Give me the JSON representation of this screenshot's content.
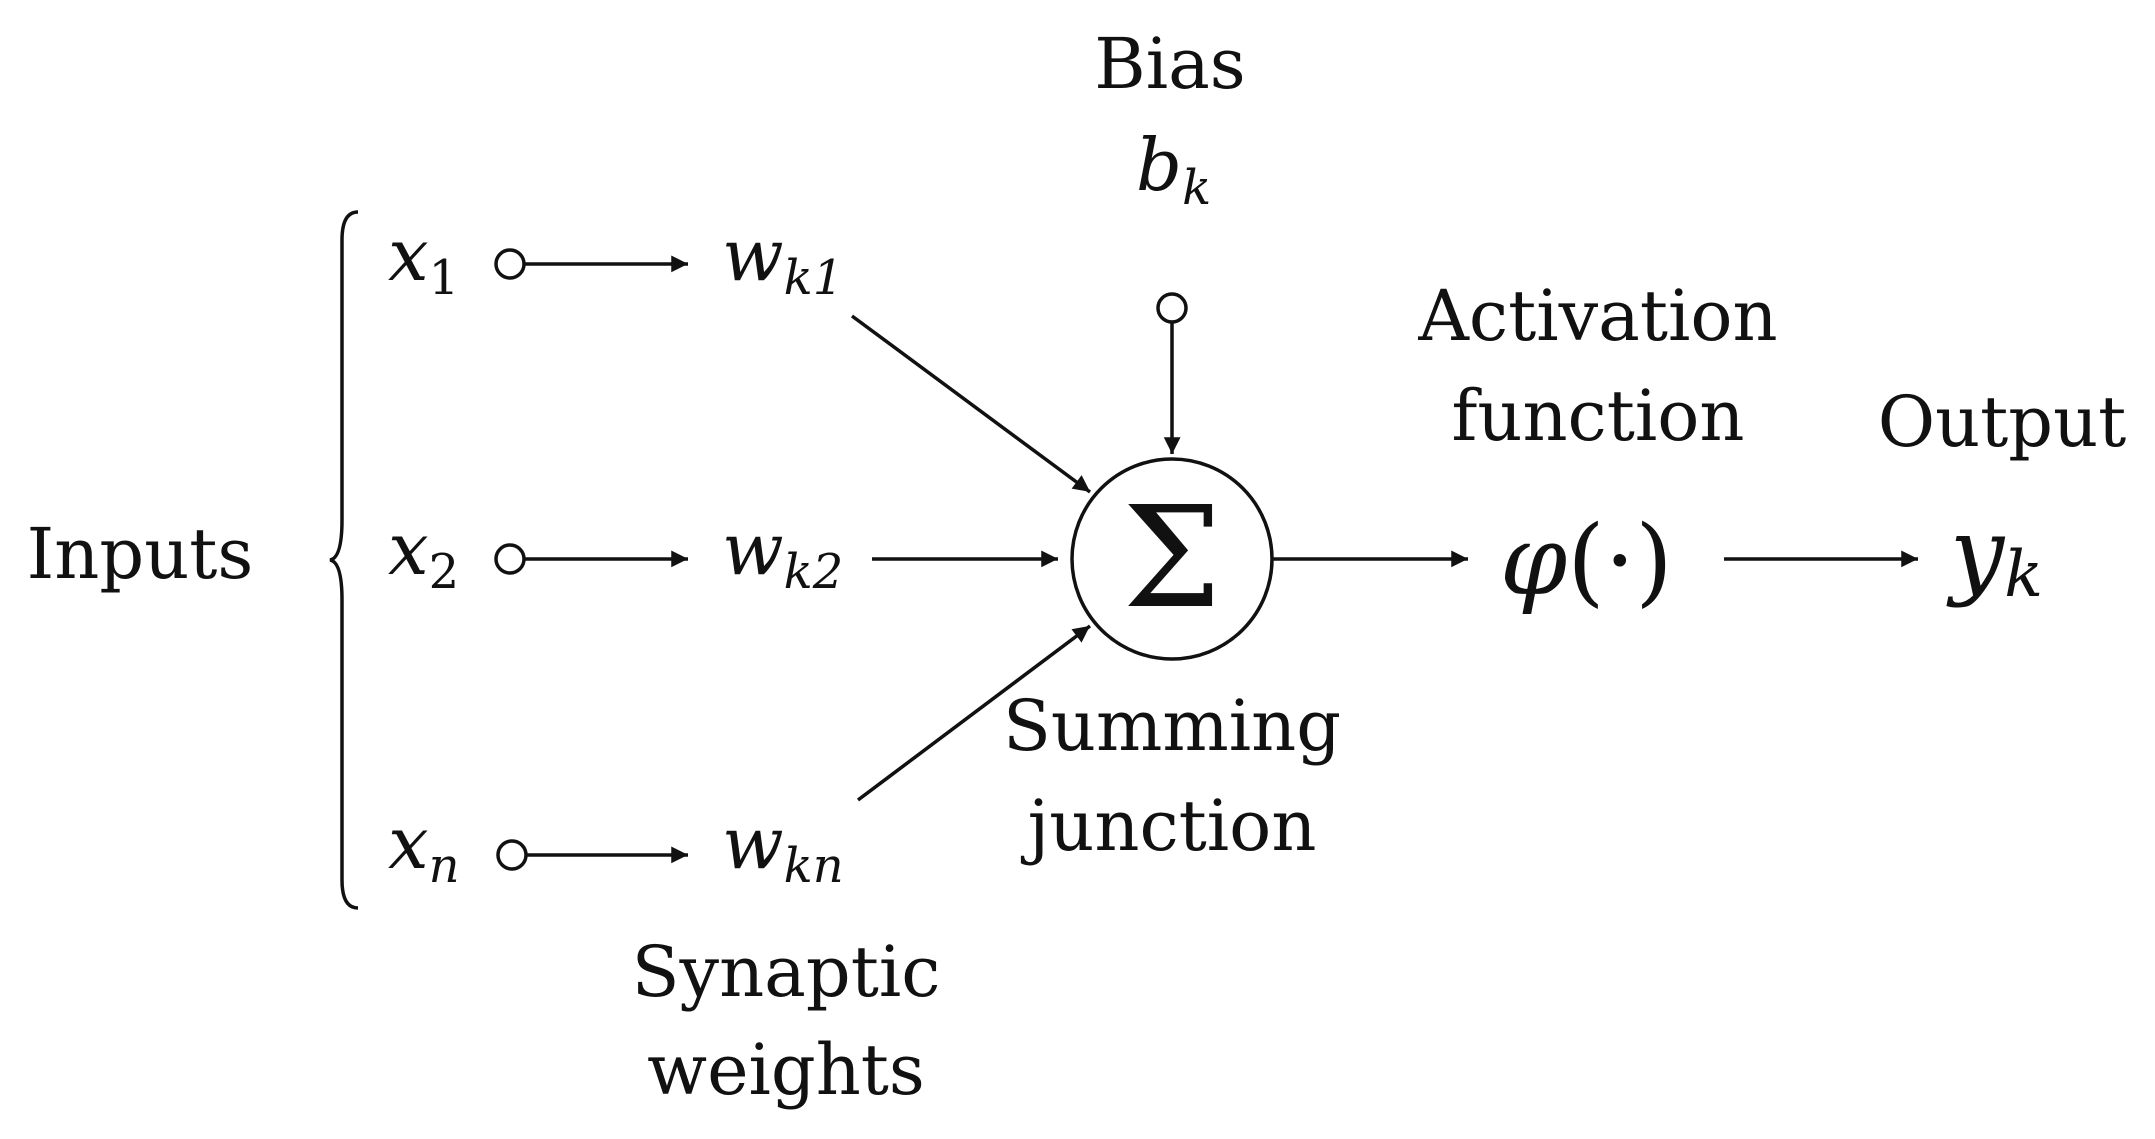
{
  "labels": {
    "inputs": "Inputs",
    "bias": "Bias",
    "activation_line1": "Activation",
    "activation_line2": "function",
    "output": "Output",
    "summing_line1": "Summing",
    "summing_line2": "junction",
    "synaptic_line1": "Synaptic",
    "synaptic_line2": "weights"
  },
  "symbols": {
    "x_base": "x",
    "w_base": "w",
    "inputs": [
      {
        "sub": "1",
        "weight_sub": "k1"
      },
      {
        "sub": "2",
        "weight_sub": "k2"
      },
      {
        "sub": "n",
        "weight_sub": "kn"
      }
    ],
    "bias": {
      "base": "b",
      "sub": "k"
    },
    "sum": "Σ",
    "activation": {
      "phi": "φ",
      "arg": "(·)"
    },
    "output": {
      "base": "y",
      "sub": "k"
    }
  }
}
